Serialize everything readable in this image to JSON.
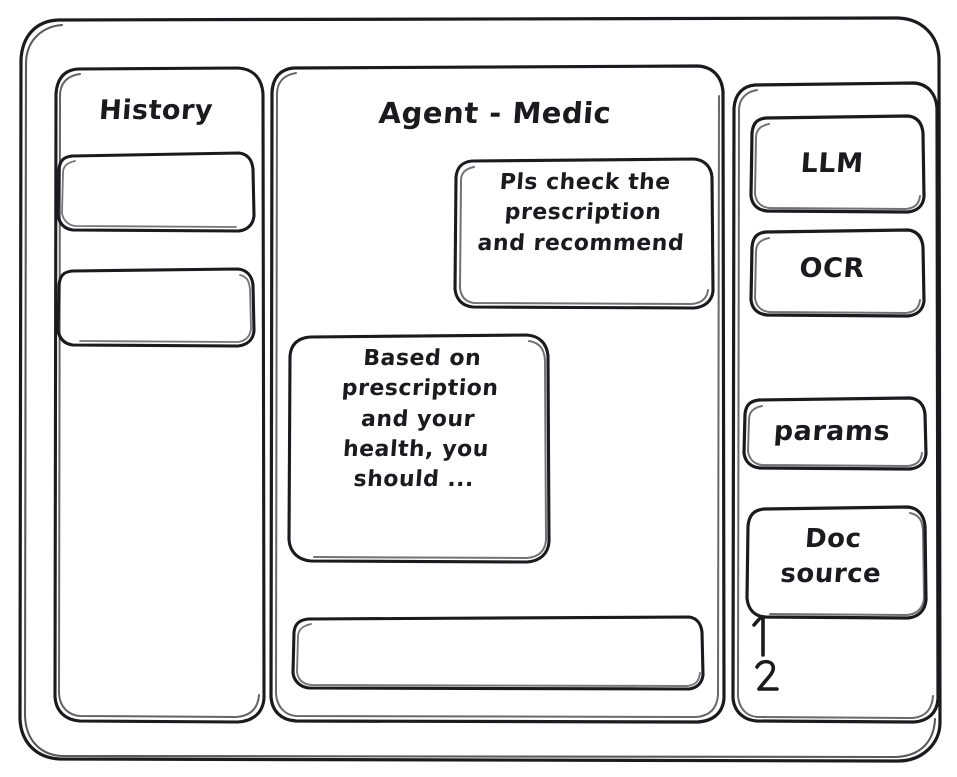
{
  "app": {
    "style": "hand-drawn-wireframe",
    "stroke_color": "#1b1b1f",
    "background_color": "#ffffff"
  },
  "sidebar_left": {
    "title": "History",
    "items": [
      {
        "label": "",
        "name": "history-item-1"
      },
      {
        "label": "",
        "name": "history-item-2"
      }
    ]
  },
  "main": {
    "title": "Agent - Medic",
    "messages": [
      {
        "role": "user",
        "text": "Pls check the\nprescription\nand recommend"
      },
      {
        "role": "assistant",
        "text": "Based on\nprescription\nand your\nhealth, you\nshould ..."
      }
    ],
    "composer": {
      "value": "",
      "placeholder": ""
    }
  },
  "sidebar_right": {
    "tools": [
      {
        "label": "LLM",
        "name": "tool-llm"
      },
      {
        "label": "OCR",
        "name": "tool-ocr"
      },
      {
        "label": "params",
        "name": "tool-params"
      },
      {
        "label": "Doc\nsource",
        "name": "tool-doc-source"
      }
    ],
    "doc_sources": [
      {
        "label": "1"
      },
      {
        "label": "2"
      }
    ]
  }
}
